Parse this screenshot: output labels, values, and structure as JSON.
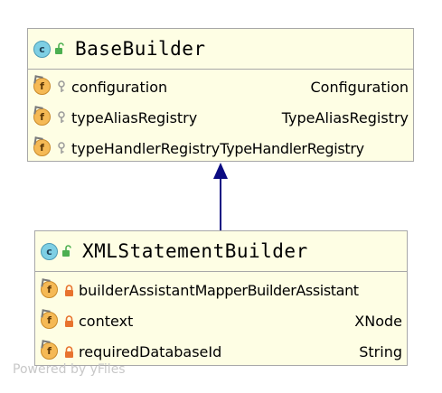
{
  "classes": [
    {
      "icon": "class-icon",
      "icon_letter": "c",
      "visibility_icon": "unlock-icon",
      "name": "BaseBuilder",
      "fields": [
        {
          "icon": "field-icon",
          "icon_letter": "f",
          "visibility_icon": "protected-key-icon",
          "name": "configuration",
          "type": "Configuration"
        },
        {
          "icon": "field-icon",
          "icon_letter": "f",
          "visibility_icon": "protected-key-icon",
          "name": "typeAliasRegistry",
          "type": "TypeAliasRegistry"
        },
        {
          "icon": "field-icon",
          "icon_letter": "f",
          "visibility_icon": "protected-key-icon",
          "name": "typeHandlerRegistry",
          "type": "TypeHandlerRegistry"
        }
      ]
    },
    {
      "icon": "class-icon",
      "icon_letter": "c",
      "visibility_icon": "unlock-icon",
      "name": "XMLStatementBuilder",
      "fields": [
        {
          "icon": "field-icon",
          "icon_letter": "f",
          "visibility_icon": "private-lock-icon",
          "name": "builderAssistant",
          "type": "MapperBuilderAssistant"
        },
        {
          "icon": "field-icon",
          "icon_letter": "f",
          "visibility_icon": "private-lock-icon",
          "name": "context",
          "type": "XNode"
        },
        {
          "icon": "field-icon",
          "icon_letter": "f",
          "visibility_icon": "private-lock-icon",
          "name": "requiredDatabaseId",
          "type": "String"
        }
      ]
    }
  ],
  "relation": {
    "type": "inheritance",
    "from": "XMLStatementBuilder",
    "to": "BaseBuilder"
  },
  "colors": {
    "box_fill": "#fefee4",
    "box_border": "#a8a8a8",
    "arrow": "#0b0b82",
    "class_icon": "#7ecfe4",
    "field_icon": "#f5b955",
    "unlock": "#4caf50",
    "private_lock": "#e8732f",
    "protected_key": "#9a9a9a"
  },
  "watermark": "Powered by yFiles"
}
